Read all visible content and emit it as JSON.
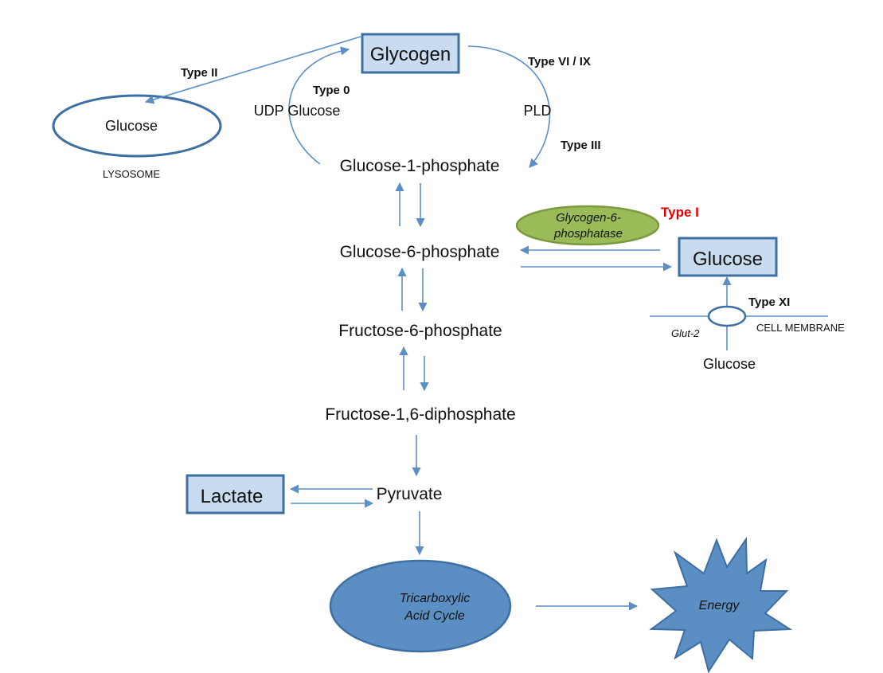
{
  "nodes": {
    "glycogen": "Glycogen",
    "udp_glucose": "UDP Glucose",
    "pld": "PLD",
    "lysosome_glucose": "Glucose",
    "lysosome": "LYSOSOME",
    "g1p": "Glucose-1-phosphate",
    "g6p": "Glucose-6-phosphate",
    "f6p": "Fructose-6-phosphate",
    "f16dp": "Fructose-1,6-diphosphate",
    "pyruvate": "Pyruvate",
    "lactate": "Lactate",
    "tca_line1": "Tricarboxylic",
    "tca_line2": "Acid Cycle",
    "energy": "Energy",
    "enzyme_line1": "Glycogen-6-",
    "enzyme_line2": "phosphatase",
    "blood_glucose": "Glucose",
    "glut2": "Glut-2",
    "cell_membrane": "CELL MEMBRANE",
    "extracellular_glucose": "Glucose"
  },
  "types": {
    "type_ii": "Type  II",
    "type_0": "Type  0",
    "type_vi_ix": "Type  VI / IX",
    "type_iii": "Type III",
    "type_i": "Type I",
    "type_xi": "Type  XI"
  },
  "colors": {
    "arrow": "#5b8fc4",
    "box_fill": "#c9dcef",
    "box_border": "#3d6fa3",
    "enzyme_fill": "#9bbb59",
    "enzyme_border": "#7a9a3e",
    "tca_fill": "#5b8fc4",
    "type_i_text": "#e00000"
  }
}
